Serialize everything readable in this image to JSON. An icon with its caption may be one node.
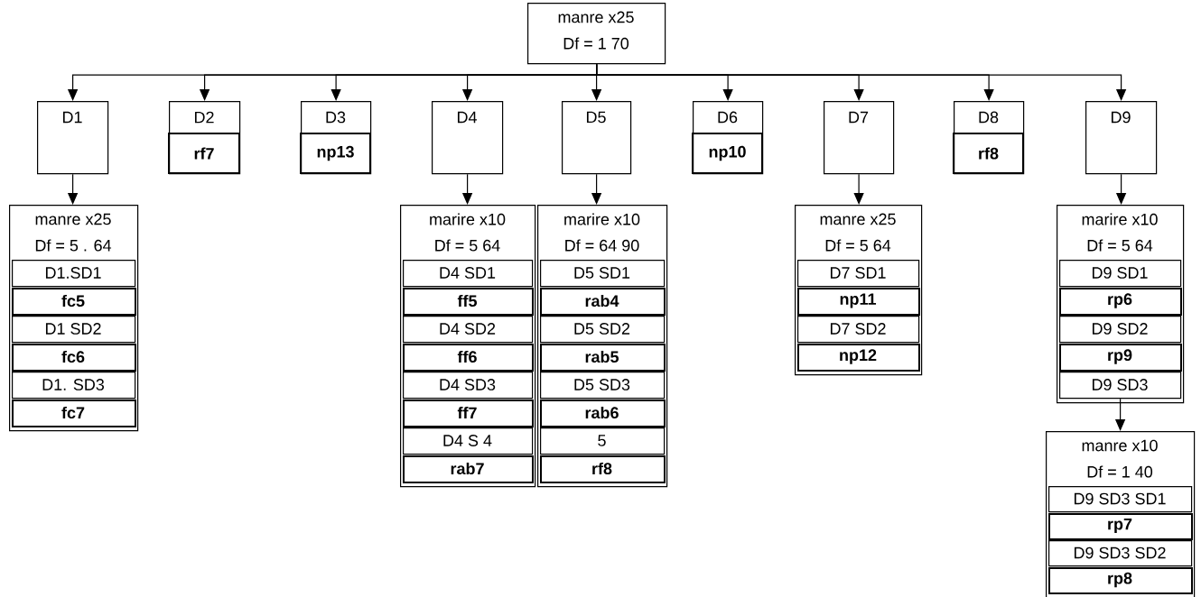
{
  "diagram": {
    "nodes": [
      {
        "text": [
          "manre x25",
          "Df = 1 70"
        ]
      },
      {
        "text": [
          "D1"
        ]
      },
      {
        "text": [
          "D2",
          "rf7"
        ]
      },
      {
        "text": [
          "D3",
          "np13"
        ]
      },
      {
        "text": [
          "D4"
        ]
      },
      {
        "text": [
          "D5"
        ]
      },
      {
        "text": [
          "D6",
          "np10"
        ]
      },
      {
        "text": [
          "D7"
        ]
      },
      {
        "text": [
          "D8",
          "rf8"
        ]
      },
      {
        "text": [
          "D9"
        ]
      },
      {
        "text": [
          "manre x25",
          "Df = 5 . 64"
        ]
      },
      {
        "text": [
          "D1.SD1"
        ],
        "in": 10
      },
      {
        "text": [
          "fc5"
        ],
        "in": 10
      },
      {
        "text": [
          "D1 SD2"
        ],
        "in": 10
      },
      {
        "text": [
          "fc6"
        ],
        "in": 10
      },
      {
        "text": [
          "D1. SD3"
        ],
        "in": 10
      },
      {
        "text": [
          "fc7"
        ],
        "in": 10
      },
      {
        "text": [
          "marire x10",
          "Df = 5 64"
        ]
      },
      {
        "text": [
          "D4 SD1"
        ],
        "in": 17
      },
      {
        "text": [
          "ff5"
        ],
        "in": 17
      },
      {
        "text": [
          "D4 SD2"
        ],
        "in": 17
      },
      {
        "text": [
          "ff6"
        ],
        "in": 17
      },
      {
        "text": [
          "D4 SD3"
        ],
        "in": 17
      },
      {
        "text": [
          "ff7"
        ],
        "in": 17
      },
      {
        "text": [
          "D4 S 4"
        ],
        "in": 17
      },
      {
        "text": [
          "rab7"
        ],
        "in": 17
      },
      {
        "text": [
          "marire x10",
          "Df = 64 90"
        ]
      },
      {
        "text": [
          "D5 SD1"
        ],
        "in": 26
      },
      {
        "text": [
          "rab4"
        ],
        "in": 26
      },
      {
        "text": [
          "D5 SD2"
        ],
        "in": 26
      },
      {
        "text": [
          "rab5"
        ],
        "in": 26
      },
      {
        "text": [
          "D5 SD3"
        ],
        "in": 26
      },
      {
        "text": [
          "rab6"
        ],
        "in": 26
      },
      {
        "text": [
          "5"
        ],
        "in": 26
      },
      {
        "text": [
          "rf8"
        ],
        "in": 26
      },
      {
        "text": [
          "manre x25",
          "Df = 5 64"
        ]
      },
      {
        "text": [
          "D7 SD1"
        ],
        "in": 35
      },
      {
        "text": [
          "np11"
        ],
        "in": 35
      },
      {
        "text": [
          "D7 SD2"
        ],
        "in": 35
      },
      {
        "text": [
          "np12"
        ],
        "in": 35
      },
      {
        "text": [
          "marire x10",
          "Df = 5 64"
        ]
      },
      {
        "text": [
          "D9 SD1"
        ],
        "in": 40
      },
      {
        "text": [
          "rp6"
        ],
        "in": 40
      },
      {
        "text": [
          "D9 SD2"
        ],
        "in": 40
      },
      {
        "text": [
          "rp9"
        ],
        "in": 40
      },
      {
        "text": [
          "D9 SD3"
        ],
        "in": 40
      },
      {
        "text": [
          "manre x10",
          "Df = 1 40"
        ]
      },
      {
        "text": [
          "D9 SD3 SD1"
        ],
        "in": 46
      },
      {
        "text": [
          "rp7"
        ],
        "in": 46
      },
      {
        "text": [
          "D9 SD3 SD2"
        ],
        "in": 46
      },
      {
        "text": [
          "rp8"
        ],
        "in": 46
      }
    ],
    "edges": [
      {
        "from": 0,
        "to": 1,
        "arrow": "to"
      },
      {
        "from": 0,
        "to": 2,
        "arrow": "to"
      },
      {
        "from": 0,
        "to": 3,
        "arrow": "to"
      },
      {
        "from": 0,
        "to": 4,
        "arrow": "to"
      },
      {
        "from": 0,
        "to": 5,
        "arrow": "to"
      },
      {
        "from": 0,
        "to": 6,
        "arrow": "to"
      },
      {
        "from": 0,
        "to": 7,
        "arrow": "to"
      },
      {
        "from": 0,
        "to": 8,
        "arrow": "to"
      },
      {
        "from": 0,
        "to": 9,
        "arrow": "to"
      },
      {
        "from": 1,
        "to": 10,
        "arrow": "to"
      },
      {
        "from": 4,
        "to": 17,
        "arrow": "to"
      },
      {
        "from": 5,
        "to": 26,
        "arrow": "to"
      },
      {
        "from": 7,
        "to": 35,
        "arrow": "to"
      },
      {
        "from": 9,
        "to": 40,
        "arrow": "to"
      },
      {
        "from": 45,
        "to": 46,
        "arrow": "to"
      }
    ]
  }
}
